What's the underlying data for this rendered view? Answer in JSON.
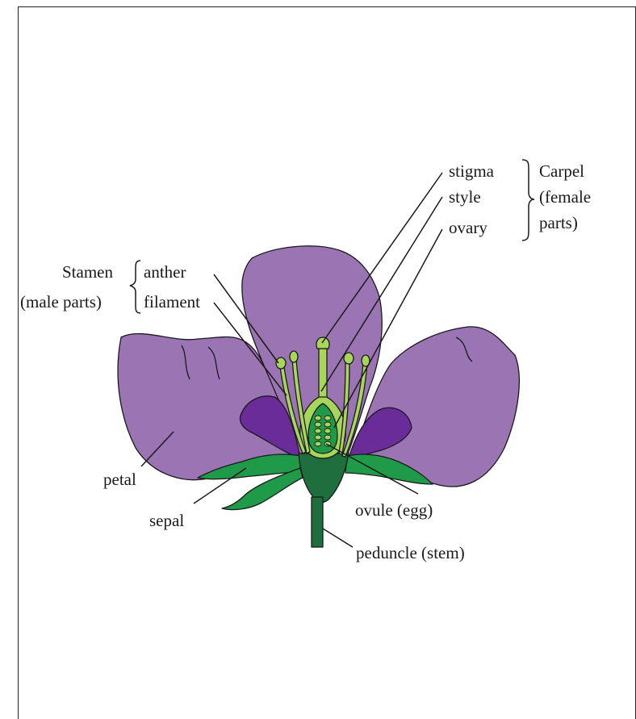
{
  "labels": {
    "stigma": "stigma",
    "style": "style",
    "ovary": "ovary",
    "carpel_line1": "Carpel",
    "carpel_line2": "(female",
    "carpel_line3": "parts)",
    "stamen_line1": "Stamen",
    "stamen_line2": "(male parts)",
    "anther": "anther",
    "filament": "filament",
    "petal": "petal",
    "sepal": "sepal",
    "ovule": "ovule (egg)",
    "peduncle": "peduncle (stem)"
  },
  "colors": {
    "petal": "#9b74b4",
    "petal_dark": "#6a2c99",
    "sepal": "#1f9a48",
    "receptacle": "#1f6e3d",
    "pistil": "#a8d65a",
    "outline": "#1a1a1a"
  }
}
